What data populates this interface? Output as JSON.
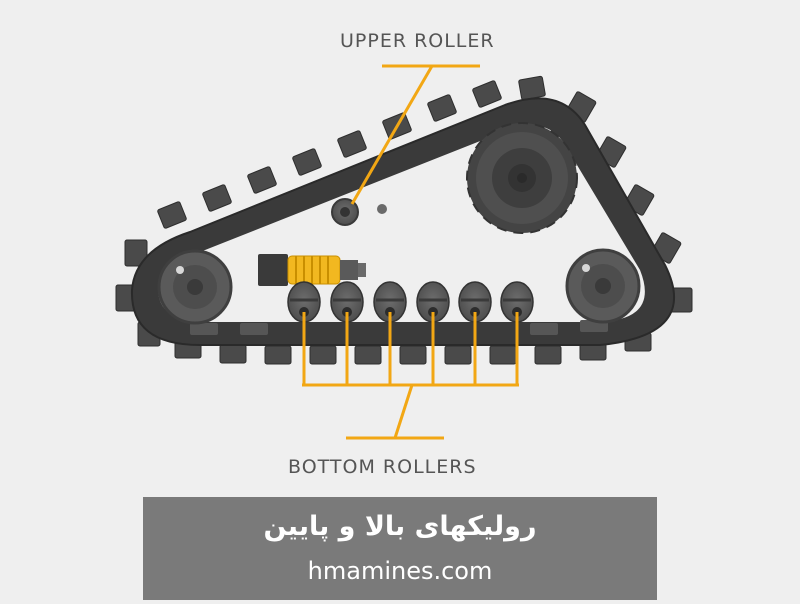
{
  "diagram": {
    "upper_label": "UPPER ROLLER",
    "bottom_label": "BOTTOM ROLLERS",
    "accent_color": "#f2a714",
    "track_color": "#3d3d3d",
    "roller_color": "#595959",
    "spring_color": "#f2b820"
  },
  "banner": {
    "title": "رولیکهای بالا و پایین",
    "site": "hmamines.com",
    "background": "#7a7a7a"
  }
}
